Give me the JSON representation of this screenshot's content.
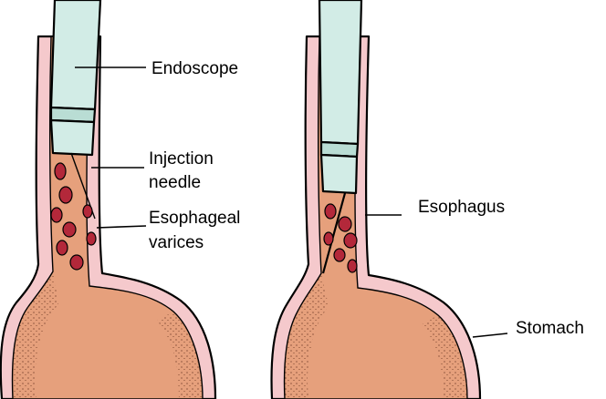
{
  "labels": {
    "endoscope": "Endoscope",
    "injection_line1": "Injection",
    "injection_line2": "needle",
    "varices_line1": "Esophageal",
    "varices_line2": "varices",
    "esophagus": "Esophagus",
    "stomach": "Stomach"
  },
  "colors": {
    "wall": "#f5c9cc",
    "lumen": "#e6a07c",
    "scope_body": "#d2ece6",
    "scope_band": "#b9ddd4",
    "varix": "#b3283a",
    "outline": "#000000"
  }
}
